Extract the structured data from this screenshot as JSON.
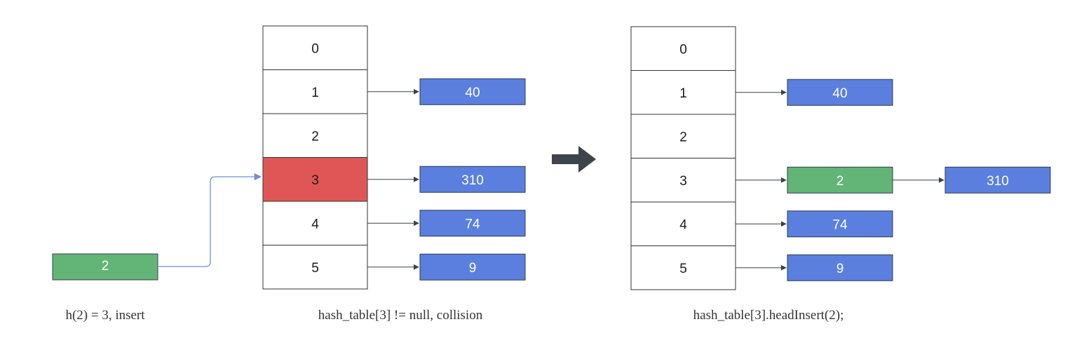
{
  "colors": {
    "cell_border": "#333333",
    "highlight": "#e05656",
    "node_blue": "#5a7fde",
    "node_green": "#62b577",
    "blue_arrow": "#6d8fdc",
    "dark_arrow": "#3a414a"
  },
  "left": {
    "indices": [
      "0",
      "1",
      "2",
      "3",
      "4",
      "5"
    ],
    "highlighted_index": 3,
    "nodes": [
      {
        "slot": 1,
        "value": "40"
      },
      {
        "slot": 3,
        "value": "310"
      },
      {
        "slot": 4,
        "value": "74"
      },
      {
        "slot": 5,
        "value": "9"
      }
    ],
    "insert_node": "2",
    "caption_insert": "h(2) = 3, insert",
    "caption_table": "hash_table[3] != null, collision"
  },
  "transition_icon": "right-arrow-icon",
  "right": {
    "indices": [
      "0",
      "1",
      "2",
      "3",
      "4",
      "5"
    ],
    "chains": [
      {
        "slot": 1,
        "values": [
          "40"
        ]
      },
      {
        "slot": 3,
        "values": [
          "2",
          "310"
        ],
        "new_value": "2"
      },
      {
        "slot": 4,
        "values": [
          "74"
        ]
      },
      {
        "slot": 5,
        "values": [
          "9"
        ]
      }
    ],
    "caption": "hash_table[3].headInsert(2);"
  }
}
